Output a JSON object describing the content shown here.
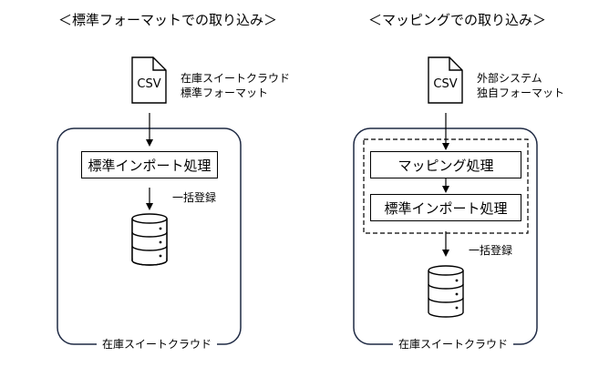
{
  "left": {
    "title": "＜標準フォーマットでの取り込み＞",
    "file_icon_text": "CSV",
    "file_desc": [
      "在庫スイートクラウド",
      "標準フォーマット"
    ],
    "process_box": "標準インポート処理",
    "bulk_label": "一括登録",
    "container_label": "在庫スイートクラウド"
  },
  "right": {
    "title": "＜マッピングでの取り込み＞",
    "file_icon_text": "CSV",
    "file_desc": [
      "外部システム",
      "独自フォーマット"
    ],
    "mapping_box": "マッピング処理",
    "process_box": "標準インポート処理",
    "bulk_label": "一括登録",
    "container_label": "在庫スイートクラウド"
  }
}
